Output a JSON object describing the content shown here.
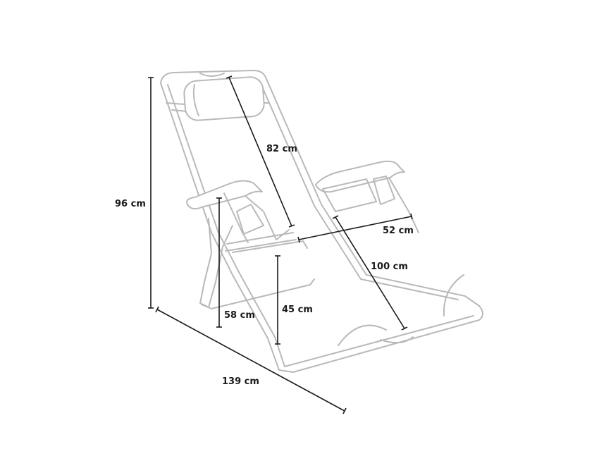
{
  "product": "zero-gravity reclining chair",
  "dimensions": {
    "height_total": "96 cm",
    "backrest_length": "82 cm",
    "seat_width": "52 cm",
    "seat_length": "100 cm",
    "armrest_height": "58 cm",
    "seat_height": "45 cm",
    "total_length": "139 cm"
  },
  "colors": {
    "frame": "#b9b9b9",
    "dimension_line": "#1a1a1a",
    "background": "#ffffff"
  }
}
